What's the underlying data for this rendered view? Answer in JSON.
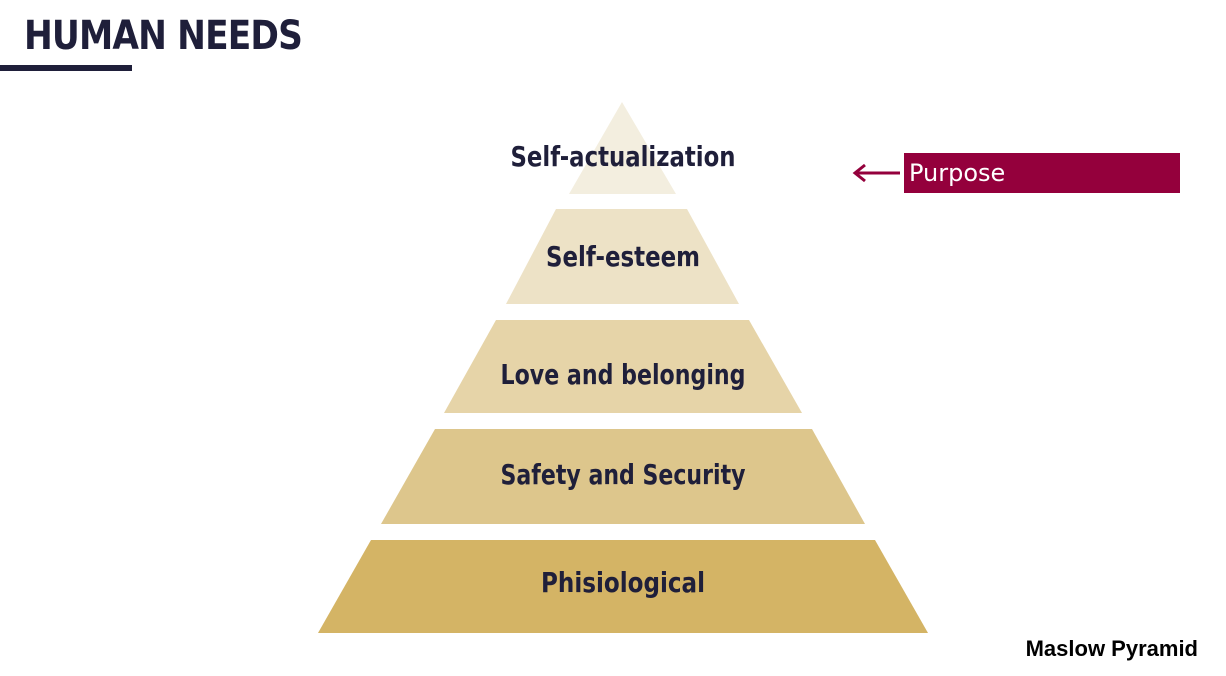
{
  "header": {
    "title": "HUMAN NEEDS"
  },
  "pyramid": {
    "tiers": [
      {
        "label": "Self-actualization",
        "color": "#f3eedf"
      },
      {
        "label": "Self-esteem",
        "color": "#ede2c6"
      },
      {
        "label": "Love and belonging",
        "color": "#e6d4a8"
      },
      {
        "label": "Safety and Security",
        "color": "#ddc68c"
      },
      {
        "label": "Phisiological",
        "color": "#d4b465"
      }
    ]
  },
  "callout": {
    "label": "Purpose",
    "color": "#94003c",
    "arrow_icon": "left-arrow-icon"
  },
  "footer": {
    "caption": "Maslow Pyramid"
  },
  "colors": {
    "title": "#1f1f3a"
  }
}
